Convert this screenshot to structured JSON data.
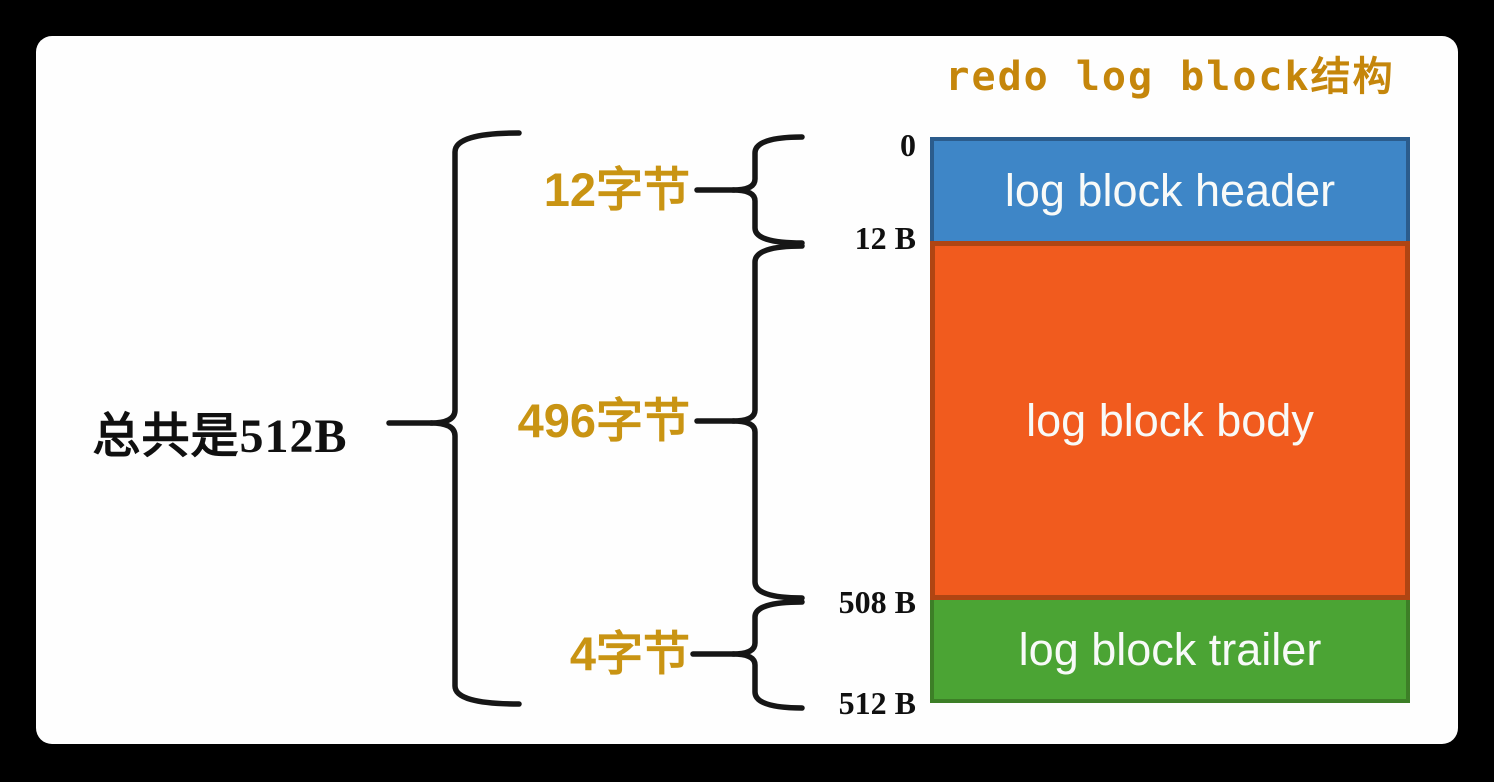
{
  "title": "redo log block结构",
  "total_label": "总共是512B",
  "offsets": [
    "0",
    "12 B",
    "508 B",
    "512 B"
  ],
  "segments": [
    {
      "size_label": "12字节",
      "block_label": "log block header",
      "fill": "#3E86C7",
      "border": "#2B5C8C"
    },
    {
      "size_label": "496字节",
      "block_label": "log block body",
      "fill": "#F15B1E",
      "border": "#B04513"
    },
    {
      "size_label": "4字节",
      "block_label": "log block trailer",
      "fill": "#4BA434",
      "border": "#3D7F27"
    }
  ],
  "colors": {
    "gold_title": "#C5860B",
    "gold_labels": "#C99413",
    "ink": "#161616",
    "board_bg": "#FEFEFE",
    "frame_bg": "#000000",
    "block_text": "#F8FAF8"
  }
}
